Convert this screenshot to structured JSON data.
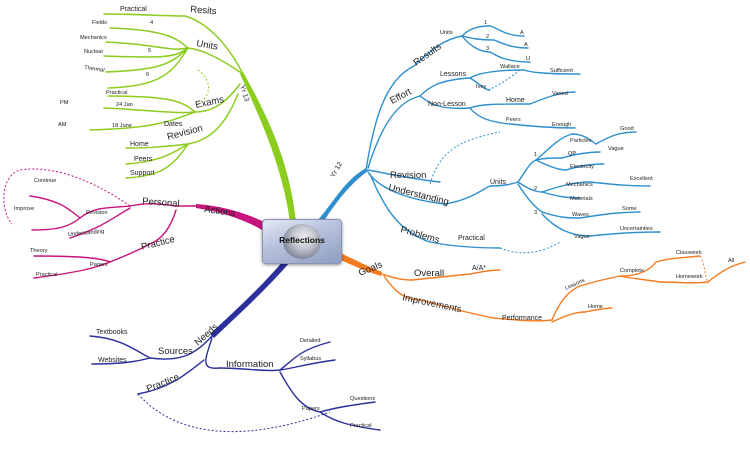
{
  "center": {
    "title": "Reflections"
  },
  "yr13": {
    "label": "Yr 13",
    "resits": {
      "label": "Resits",
      "items": [
        "Practical"
      ]
    },
    "units": {
      "label": "Units",
      "fields": {
        "label": "Fields",
        "num": "4"
      },
      "mechanics": {
        "label": "Mechanics"
      },
      "nuclear": {
        "label": "Nuclear",
        "num": "5"
      },
      "thermal": {
        "label": "Thermal"
      },
      "num6": "6"
    },
    "exams": {
      "label": "Exams",
      "practical": "Practical",
      "dates": {
        "label": "Dates",
        "items": [
          {
            "date": "24 Jan",
            "month": "PM"
          },
          {
            "date": "18 June",
            "month": "AM"
          }
        ]
      }
    },
    "revision": {
      "label": "Revision",
      "items": [
        "Home",
        "Peers",
        "Support"
      ]
    }
  },
  "yr12": {
    "label": "Yr 12",
    "results": {
      "label": "Results",
      "units": {
        "label": "Units",
        "items": [
          {
            "num": "1",
            "grade": "A"
          },
          {
            "num": "2",
            "grade": "A"
          },
          {
            "num": "3",
            "grade": "U"
          }
        ]
      }
    },
    "effort": {
      "label": "Effort",
      "lessons": {
        "label": "Lessons",
        "teachers": [
          {
            "name": "Wallace",
            "rating": "Sufficient"
          },
          {
            "name": "Ivey"
          }
        ]
      },
      "nonlesson": {
        "label": "Non-Lesson",
        "items": [
          {
            "name": "Home",
            "rating": "Varied"
          },
          {
            "name": "Peers",
            "rating": "Enough"
          }
        ]
      }
    },
    "revision": {
      "label": "Revision"
    },
    "understanding": {
      "label": "Understanding",
      "units": {
        "label": "Units",
        "u1": {
          "num": "1",
          "topics": [
            {
              "name": "Particles",
              "rating": "Good"
            },
            {
              "name": "QP",
              "rating": "Vague"
            },
            {
              "name": "Electricity"
            }
          ]
        },
        "u2": {
          "num": "2",
          "topics": [
            {
              "name": "Mechanics",
              "rating": "Excellent"
            },
            {
              "name": "Materials"
            }
          ]
        },
        "u3": {
          "num": "3",
          "topics": [
            {
              "name": "Waves",
              "rating": "Some"
            },
            {
              "name": "Vague",
              "rating": "Uncertainties"
            }
          ]
        }
      }
    },
    "problems": {
      "label": "Problems",
      "items": [
        "Practical"
      ]
    }
  },
  "goals": {
    "label": "Goals",
    "overall": {
      "label": "Overall",
      "value": "A/A*"
    },
    "improvements": {
      "label": "Improvements",
      "performance": {
        "label": "Performance",
        "lessons": "Lessons",
        "complete": "Complete",
        "classwork": "Classwork",
        "homework": "Homework",
        "all": "All",
        "home": "Home"
      }
    }
  },
  "actions": {
    "label": "Actions",
    "personal": {
      "label": "Personal",
      "revision": "Revision",
      "continue": "Continue",
      "improve": "Improve",
      "understanding": "Understanding"
    },
    "practice": {
      "label": "Practice",
      "papers": "Papers",
      "items": [
        "Theory",
        "Practical"
      ]
    }
  },
  "needs": {
    "label": "Needs",
    "sources": {
      "label": "Sources",
      "items": [
        "Textbooks",
        "Websites"
      ]
    },
    "information": {
      "label": "Information",
      "items": [
        "Detailed",
        "Syllabus"
      ],
      "papers": {
        "label": "Papers",
        "items": [
          "Questions",
          "Practical"
        ]
      }
    },
    "practice": {
      "label": "Practice"
    }
  },
  "colors": {
    "yr13": "#8ccc1f",
    "yr12": "#2e8fce",
    "goals": "#f47a1f",
    "actions": "#c8147e",
    "needs": "#2b2f9c"
  }
}
